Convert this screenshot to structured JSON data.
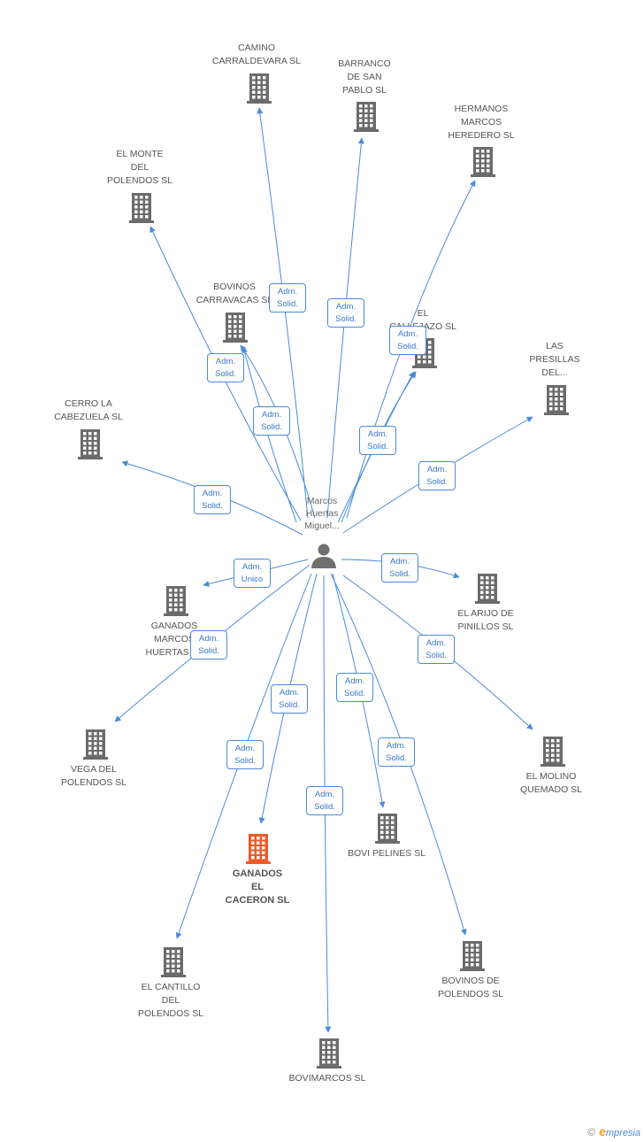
{
  "person": {
    "label_lines": [
      "Marcos",
      "Huertas",
      "Miguel..."
    ]
  },
  "companies": [
    {
      "id": "camino",
      "lines": [
        "CAMINO",
        "CARRALDEVARA SL"
      ],
      "highlight": false
    },
    {
      "id": "barranco",
      "lines": [
        "BARRANCO",
        "DE SAN",
        "PABLO SL"
      ],
      "highlight": false
    },
    {
      "id": "hermanos",
      "lines": [
        "HERMANOS",
        "MARCOS",
        "HEREDERO SL"
      ],
      "highlight": false
    },
    {
      "id": "elmonte",
      "lines": [
        "EL MONTE",
        "DEL",
        "POLENDOS SL"
      ],
      "highlight": false
    },
    {
      "id": "bovinoscarr",
      "lines": [
        "BOVINOS",
        "CARRAVACAS SL"
      ],
      "highlight": false
    },
    {
      "id": "elcallejazo",
      "lines": [
        "EL",
        "CALLEJAZO SL"
      ],
      "highlight": false
    },
    {
      "id": "laspresillas",
      "lines": [
        "LAS",
        "PRESILLAS",
        "DEL..."
      ],
      "highlight": false
    },
    {
      "id": "cerro",
      "lines": [
        "CERRO LA",
        "CABEZUELA SL"
      ],
      "highlight": false
    },
    {
      "id": "ganadosmarcos",
      "lines": [
        "GANADOS",
        "MARCOS",
        "HUERTAS SL"
      ],
      "highlight": false
    },
    {
      "id": "elarijo",
      "lines": [
        "EL ARIJO DE",
        "PINILLOS SL"
      ],
      "highlight": false
    },
    {
      "id": "vega",
      "lines": [
        "VEGA DEL",
        "POLENDOS SL"
      ],
      "highlight": false
    },
    {
      "id": "elmolino",
      "lines": [
        "EL MOLINO",
        "QUEMADO SL"
      ],
      "highlight": false
    },
    {
      "id": "ganadoscaceron",
      "lines": [
        "GANADOS",
        "EL",
        "CACERON SL"
      ],
      "highlight": true
    },
    {
      "id": "bovipelines",
      "lines": [
        "BOVI PELINES SL"
      ],
      "highlight": false
    },
    {
      "id": "elcantillo",
      "lines": [
        "EL CANTILLO",
        "DEL",
        "POLENDOS SL"
      ],
      "highlight": false
    },
    {
      "id": "bovinospolendos",
      "lines": [
        "BOVINOS DE",
        "POLENDOS SL"
      ],
      "highlight": false
    },
    {
      "id": "bovimarcos",
      "lines": [
        "BOVIMARCOS SL"
      ],
      "highlight": false
    }
  ],
  "badges": [
    {
      "lines": [
        "Adm.",
        "Solid."
      ]
    },
    {
      "lines": [
        "Adm.",
        "Solid."
      ]
    },
    {
      "lines": [
        "Adm.",
        "Solid."
      ]
    },
    {
      "lines": [
        "Adm.",
        "Solid."
      ]
    },
    {
      "lines": [
        "Adm.",
        "Solid."
      ]
    },
    {
      "lines": [
        "Adm.",
        "Solid."
      ]
    },
    {
      "lines": [
        "Adm.",
        "Solid."
      ]
    },
    {
      "lines": [
        "Adm.",
        "Solid."
      ]
    },
    {
      "lines": [
        "Adm.",
        "Solid."
      ]
    },
    {
      "lines": [
        "Adm.",
        "Unico"
      ]
    },
    {
      "lines": [
        "Adm.",
        "Solid."
      ]
    },
    {
      "lines": [
        "Adm.",
        "Solid."
      ]
    },
    {
      "lines": [
        "Adm.",
        "Solid."
      ]
    },
    {
      "lines": [
        "Adm.",
        "Solid."
      ]
    },
    {
      "lines": [
        "Adm.",
        "Solid."
      ]
    },
    {
      "lines": [
        "Adm.",
        "Solid."
      ]
    },
    {
      "lines": [
        "Adm.",
        "Solid."
      ]
    },
    {
      "lines": [
        "Adm.",
        "Solid."
      ]
    }
  ],
  "colors": {
    "edge": "#4a8ad8",
    "building": "#6b6b6b",
    "building_highlight": "#f05a28",
    "person": "#707070"
  },
  "footer": {
    "copyright": "©",
    "brand_initial": "e",
    "brand_rest": "mpresia"
  }
}
